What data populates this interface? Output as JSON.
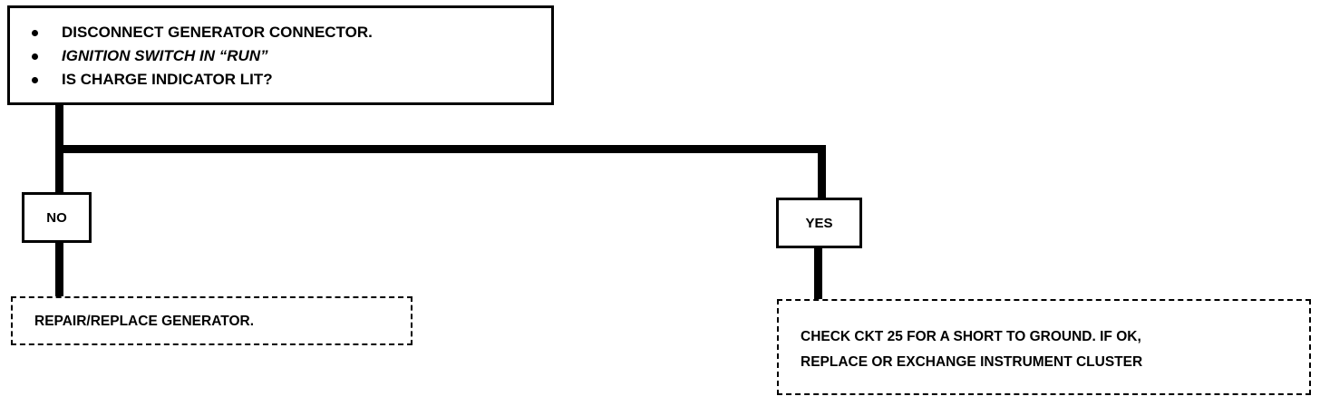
{
  "start_box": {
    "items": [
      "DISCONNECT GENERATOR CONNECTOR.",
      "IGNITION SWITCH IN “RUN”",
      "IS CHARGE INDICATOR LIT?"
    ]
  },
  "branches": {
    "no": {
      "label": "NO",
      "result": "REPAIR/REPLACE GENERATOR."
    },
    "yes": {
      "label": "YES",
      "result_lines": [
        "CHECK CKT 25 FOR A SHORT TO GROUND. IF OK,",
        "REPLACE OR EXCHANGE INSTRUMENT CLUSTER"
      ]
    }
  }
}
